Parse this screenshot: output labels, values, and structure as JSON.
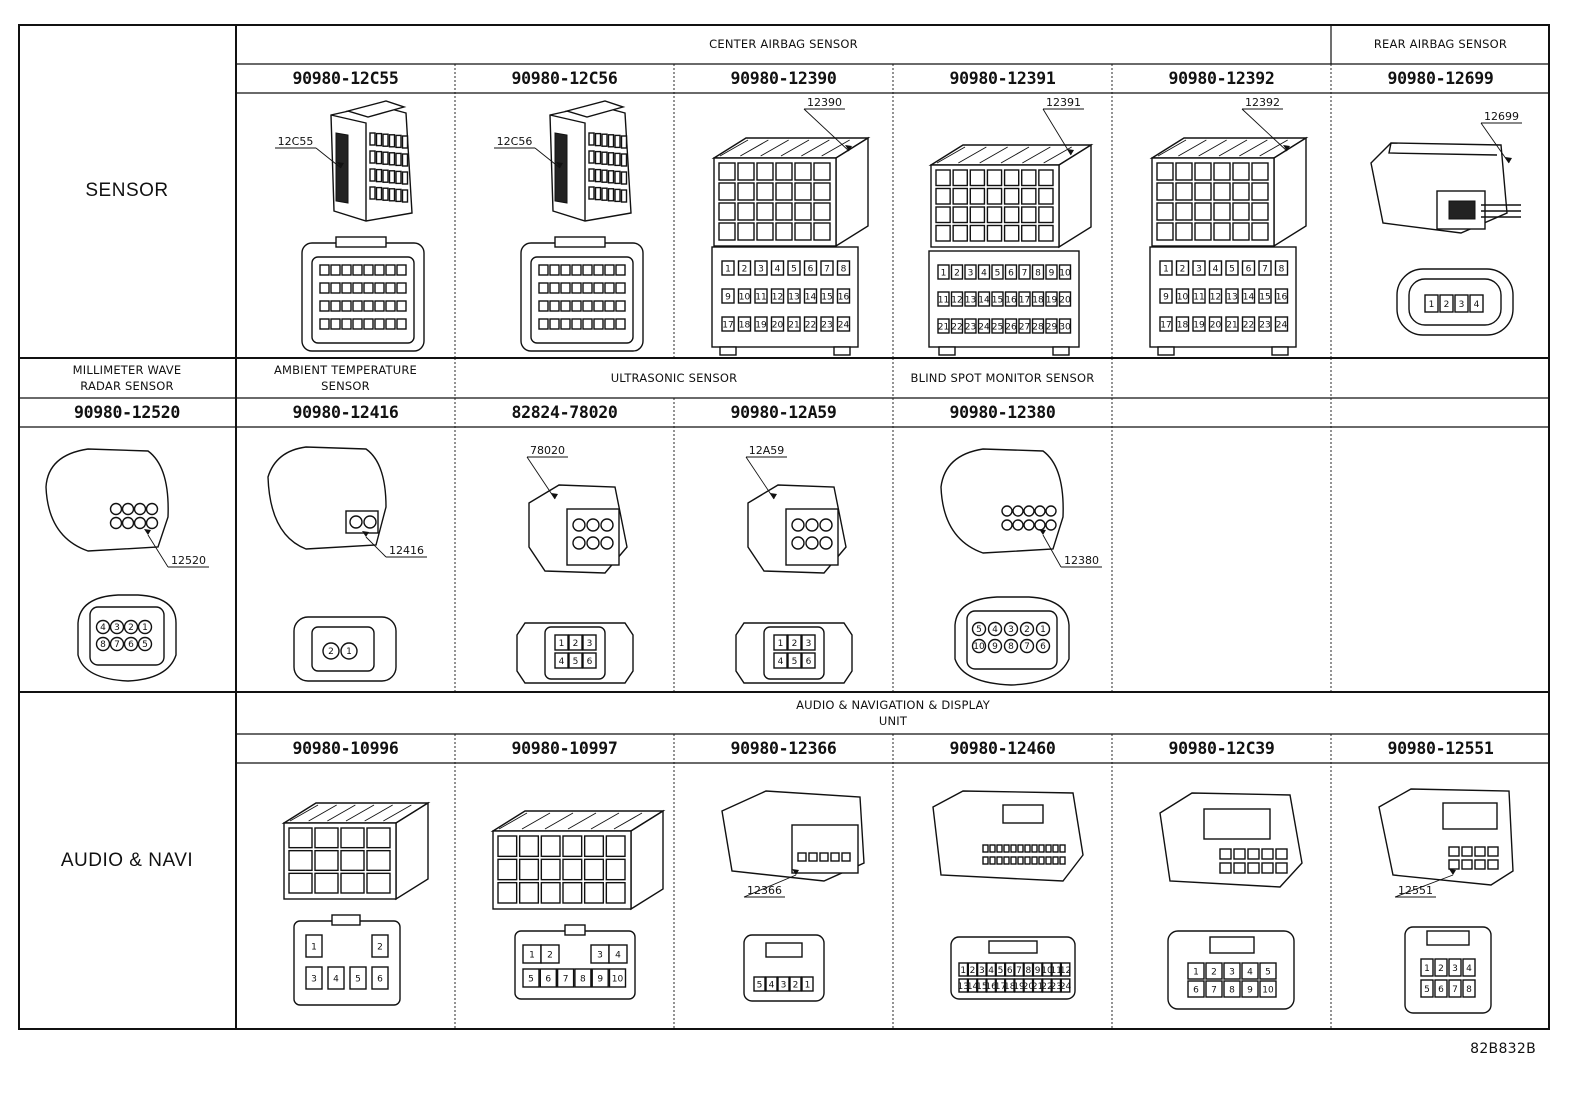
{
  "drawing_code": "82B832B",
  "sections": [
    {
      "id": "sensor",
      "label": "SENSOR",
      "groups": [
        {
          "label": "CENTER AIRBAG SENSOR",
          "span": 5
        },
        {
          "label": "REAR AIRBAG SENSOR",
          "span": 1
        }
      ],
      "parts": [
        {
          "part_number": "90980-12C55",
          "callout": "12C55",
          "shape": "airbag-tall",
          "pins": []
        },
        {
          "part_number": "90980-12C56",
          "callout": "12C56",
          "shape": "airbag-tall",
          "pins": []
        },
        {
          "part_number": "90980-12390",
          "callout": "12390",
          "shape": "block-grid",
          "pins": [
            "1",
            "2",
            "3",
            "4",
            "5",
            "6",
            "7",
            "8",
            "9",
            "10",
            "11",
            "12",
            "13",
            "14",
            "15",
            "16",
            "17",
            "18",
            "19",
            "20",
            "21",
            "22",
            "23",
            "24"
          ]
        },
        {
          "part_number": "90980-12391",
          "callout": "12391",
          "shape": "block-grid-30",
          "pins": [
            "1",
            "2",
            "3",
            "4",
            "5",
            "6",
            "7",
            "8",
            "9",
            "10",
            "11",
            "12",
            "13",
            "14",
            "15",
            "16",
            "17",
            "18",
            "19",
            "20",
            "21",
            "22",
            "23",
            "24",
            "25",
            "26",
            "27",
            "28",
            "29",
            "30"
          ]
        },
        {
          "part_number": "90980-12392",
          "callout": "12392",
          "shape": "block-grid",
          "pins": [
            "1",
            "2",
            "3",
            "4",
            "5",
            "6",
            "7",
            "8",
            "9",
            "10",
            "11",
            "12",
            "13",
            "14",
            "15",
            "16",
            "17",
            "18",
            "19",
            "20",
            "21",
            "22",
            "23",
            "24"
          ]
        },
        {
          "part_number": "90980-12699",
          "callout": "12699",
          "shape": "small-4",
          "pins": [
            "1",
            "2",
            "3",
            "4"
          ]
        }
      ]
    },
    {
      "id": "mid",
      "label": "",
      "groups": [
        {
          "label": "MILLIMETER WAVE\nRADAR SENSOR",
          "span": 1
        },
        {
          "label": "AMBIENT TEMPERATURE\nSENSOR",
          "span": 1
        },
        {
          "label": "ULTRASONIC SENSOR",
          "span": 2
        },
        {
          "label": "BLIND SPOT MONITOR SENSOR",
          "span": 1
        },
        {
          "label": "",
          "span": 1
        },
        {
          "label": "",
          "span": 1
        }
      ],
      "parts": [
        {
          "part_number": "90980-12520",
          "callout": "12520",
          "shape": "round-8",
          "pins": [
            "4",
            "3",
            "2",
            "1",
            "8",
            "7",
            "6",
            "5"
          ]
        },
        {
          "part_number": "90980-12416",
          "callout": "12416",
          "shape": "round-2",
          "pins": [
            "2",
            "1"
          ]
        },
        {
          "part_number": "82824-78020",
          "callout": "78020",
          "shape": "hex-6",
          "pins": [
            "1",
            "2",
            "3",
            "4",
            "5",
            "6"
          ]
        },
        {
          "part_number": "90980-12A59",
          "callout": "12A59",
          "shape": "hex-6",
          "pins": [
            "1",
            "2",
            "3",
            "4",
            "5",
            "6"
          ]
        },
        {
          "part_number": "90980-12380",
          "callout": "12380",
          "shape": "round-10",
          "pins": [
            "5",
            "4",
            "3",
            "2",
            "1",
            "10",
            "9",
            "8",
            "7",
            "6"
          ]
        },
        {
          "part_number": "",
          "callout": "",
          "shape": "",
          "pins": []
        },
        {
          "part_number": "",
          "callout": "",
          "shape": "",
          "pins": []
        }
      ]
    },
    {
      "id": "audio",
      "label": "AUDIO & NAVI",
      "groups": [
        {
          "label": "AUDIO & NAVIGATION & DISPLAY\nUNIT",
          "span": 6
        }
      ],
      "parts": [
        {
          "part_number": "90980-10996",
          "callout": "",
          "shape": "box-6",
          "pins": [
            "1",
            "2",
            "3",
            "4",
            "5",
            "6"
          ]
        },
        {
          "part_number": "90980-10997",
          "callout": "",
          "shape": "box-10",
          "pins": [
            "1",
            "2",
            "3",
            "4",
            "5",
            "6",
            "7",
            "8",
            "9",
            "10"
          ]
        },
        {
          "part_number": "90980-12366",
          "callout": "12366",
          "shape": "box-5",
          "pins": [
            "5",
            "4",
            "3",
            "2",
            "1"
          ]
        },
        {
          "part_number": "90980-12460",
          "callout": "",
          "shape": "box-24",
          "pins": [
            "1",
            "2",
            "3",
            "4",
            "5",
            "6",
            "7",
            "8",
            "9",
            "10",
            "11",
            "12",
            "13",
            "14",
            "15",
            "16",
            "17",
            "18",
            "19",
            "20",
            "21",
            "22",
            "23",
            "24"
          ]
        },
        {
          "part_number": "90980-12C39",
          "callout": "",
          "shape": "box-10b",
          "pins": [
            "1",
            "2",
            "3",
            "4",
            "5",
            "6",
            "7",
            "8",
            "9",
            "10"
          ]
        },
        {
          "part_number": "90980-12551",
          "callout": "12551",
          "shape": "box-8",
          "pins": [
            "1",
            "2",
            "3",
            "4",
            "5",
            "6",
            "7",
            "8"
          ]
        }
      ]
    }
  ]
}
